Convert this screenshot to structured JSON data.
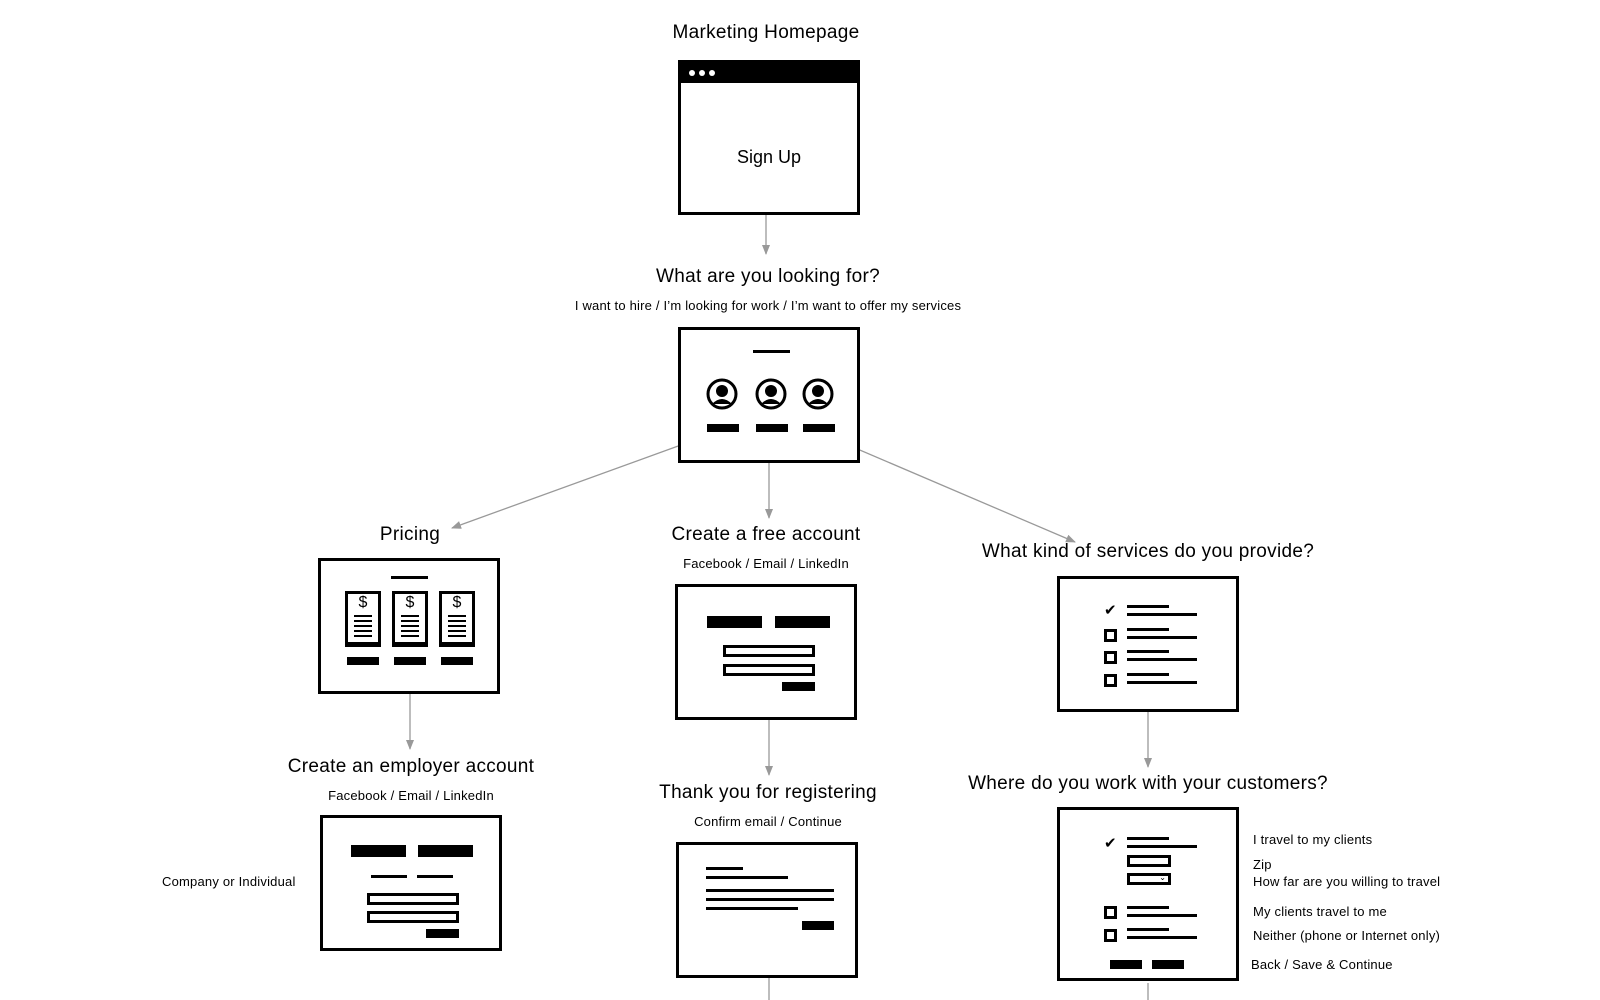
{
  "nodes": {
    "homepage": {
      "title": "Marketing Homepage",
      "inner_label": "Sign Up"
    },
    "looking_for": {
      "title": "What are you looking for?",
      "subtitle": "I want to hire / I’m looking for work / I’m want to offer my services"
    },
    "pricing": {
      "title": "Pricing"
    },
    "free_account": {
      "title": "Create a free account",
      "subtitle": "Facebook / Email / LinkedIn"
    },
    "services": {
      "title": "What kind of services do you provide?"
    },
    "employer_account": {
      "title": "Create an employer account",
      "subtitle": "Facebook / Email / LinkedIn",
      "side_note": "Company or Individual"
    },
    "thank_you": {
      "title": "Thank you for registering",
      "subtitle": "Confirm email / Continue"
    },
    "where_work": {
      "title": "Where do you work with your customers?",
      "notes": {
        "travel_to_clients": "I travel to my clients",
        "zip": "Zip",
        "how_far": "How far are you willing to travel",
        "clients_travel": "My clients travel to me",
        "neither": "Neither (phone or Internet only)",
        "actions": "Back / Save & Continue"
      }
    }
  },
  "icons": {
    "avatar": "user-avatar-icon",
    "checkmark": "checkmark-icon",
    "checkbox": "checkbox-icon",
    "dollar": "$",
    "tick": "✔"
  },
  "colors": {
    "connector": "#999999",
    "stroke": "#000000"
  }
}
